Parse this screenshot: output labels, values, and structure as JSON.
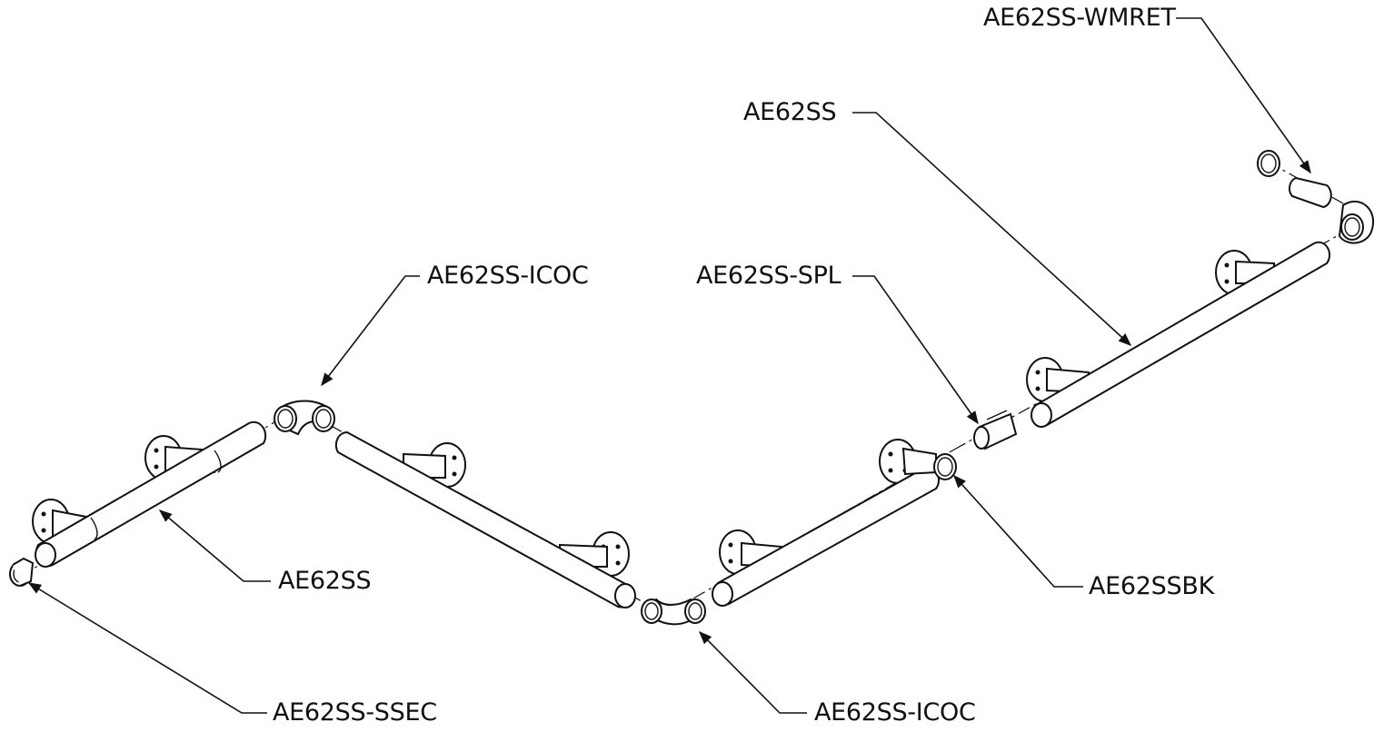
{
  "labels": {
    "wmret": "AE62SS-WMRET",
    "rail_top": "AE62SS",
    "icoc_upper": "AE62SS-ICOC",
    "spl": "AE62SS-SPL",
    "rail_left": "AE62SS",
    "ssbk": "AE62SSBK",
    "ssec": "AE62SS-SSEC",
    "icoc_lower": "AE62SS-ICOC"
  }
}
